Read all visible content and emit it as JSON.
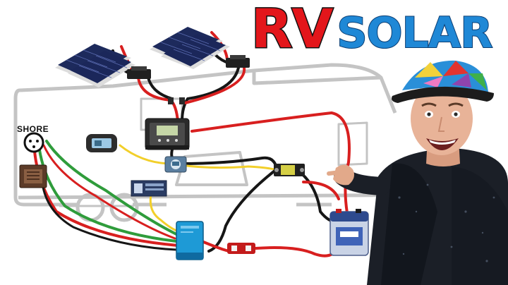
{
  "headline": {
    "rv": "RV",
    "solar": "SOLAR"
  },
  "labels": {
    "shore": "SHORE"
  },
  "colors": {
    "rv_red": "#e3161b",
    "solar_blue": "#1f88d6",
    "wire_red": "#d81f1f",
    "wire_black": "#161616",
    "wire_yellow": "#f2cf2a",
    "wire_green": "#2f9c3b",
    "rv_outline": "#c9c9c9",
    "inverter_blue": "#1e9ad6"
  },
  "icons": [
    "solar-panel-icon",
    "combiner-box-icon",
    "charge-controller-icon",
    "battery-monitor-icon",
    "shunt-icon",
    "inverter-charger-icon",
    "battery-icon",
    "breaker-icon",
    "shore-inlet-icon",
    "transfer-switch-icon"
  ]
}
